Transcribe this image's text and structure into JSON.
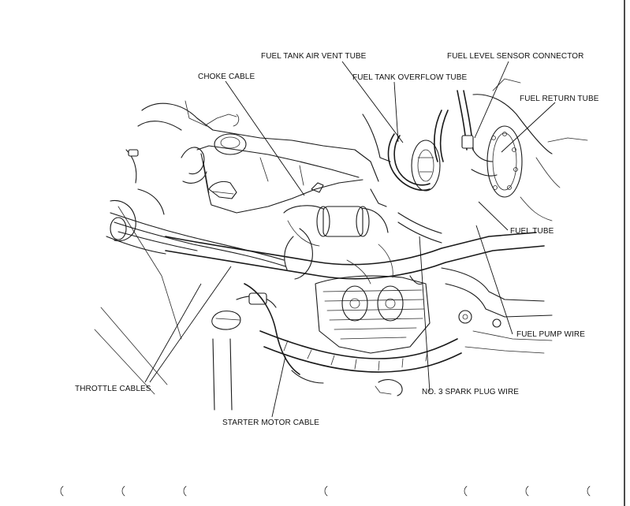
{
  "labels": {
    "fuel_tank_air_vent_tube": "FUEL TANK AIR VENT TUBE",
    "fuel_level_sensor_connector": "FUEL LEVEL SENSOR CONNECTOR",
    "choke_cable": "CHOKE CABLE",
    "fuel_tank_overflow_tube": "FUEL TANK OVERFLOW TUBE",
    "fuel_return_tube": "FUEL RETURN TUBE",
    "fuel_tube": "FUEL TUBE",
    "fuel_pump_wire": "FUEL PUMP WIRE",
    "throttle_cables": "THROTTLE CABLES",
    "no3_spark_plug_wire": "NO. 3 SPARK PLUG WIRE",
    "starter_motor_cable": "STARTER MOTOR CABLE"
  }
}
